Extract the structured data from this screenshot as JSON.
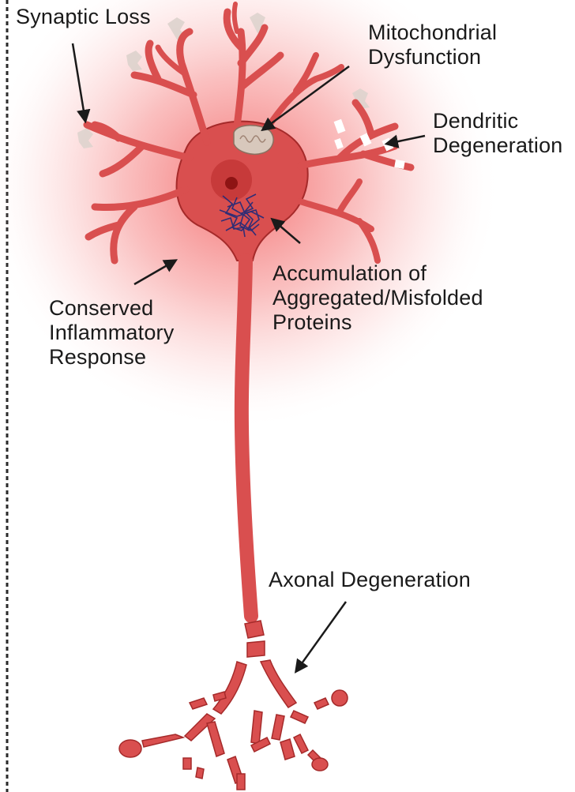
{
  "colors": {
    "neuron_fill": "#d94f4f",
    "neuron_stroke": "#a52a2a",
    "glow": "#f25a5a",
    "nucleus": "#c73a3a",
    "nucleolus": "#8e1414",
    "protein_aggregate": "#1f2a7a",
    "mitochondrion": "#d8c8bc",
    "synapse_fragment": "#dcd2cc",
    "arrow": "#1a1a1a",
    "border": "#2a2a2a"
  },
  "labels": {
    "synaptic_loss": "Synaptic Loss",
    "mitochondrial_dysfunction": [
      "Mitochondrial",
      "Dysfunction"
    ],
    "dendritic_degeneration": [
      "Dendritic",
      "Degeneration"
    ],
    "accumulation": [
      "Accumulation of",
      "Aggregated/Misfolded",
      "Proteins"
    ],
    "inflammatory": [
      "Conserved",
      "Inflammatory",
      "Response"
    ],
    "axonal_degeneration": "Axonal Degeneration"
  },
  "icons": {
    "neuron": "neuron-illustration",
    "nucleus": "nucleus-icon",
    "mitochondrion": "mitochondrion-icon",
    "aggregate": "protein-aggregate-icon",
    "arrow": "arrow-icon"
  }
}
